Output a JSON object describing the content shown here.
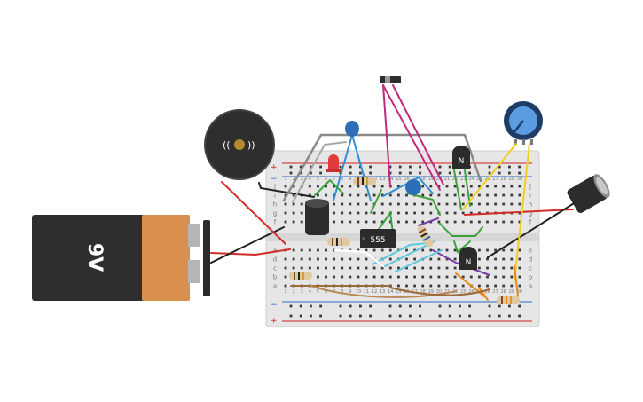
{
  "battery": {
    "label": "9V"
  },
  "ic": {
    "label": "555"
  },
  "transistors": {
    "left_label": "N",
    "right_label": "N"
  },
  "breadboard": {
    "columns": [
      "1",
      "2",
      "3",
      "4",
      "5",
      "6",
      "7",
      "8",
      "9",
      "10",
      "11",
      "12",
      "13",
      "14",
      "15",
      "16",
      "17",
      "18",
      "19",
      "20",
      "21",
      "22",
      "23",
      "24",
      "25",
      "26",
      "27",
      "28",
      "29",
      "30"
    ],
    "rows_top": [
      "j",
      "i",
      "h",
      "g",
      "f"
    ],
    "rows_bottom": [
      "e",
      "d",
      "c",
      "b",
      "a"
    ],
    "plus_sign": "+",
    "minus_sign": "−"
  },
  "colors": {
    "board": "#e6e6e6",
    "rail_red": "#d01f1f",
    "rail_blue": "#2b66c5",
    "wire_red": "#d42a2a",
    "wire_black": "#222222",
    "wire_green": "#3aa33a",
    "wire_blue": "#2f8fd0",
    "wire_magenta": "#c2287e",
    "wire_gray": "#8a8a8a",
    "wire_yellow": "#f2cf1d",
    "wire_orange": "#e88a1a",
    "wire_purple": "#7a3ea8",
    "wire_cyan": "#5fc7df",
    "wire_brown": "#9a6a3b"
  }
}
